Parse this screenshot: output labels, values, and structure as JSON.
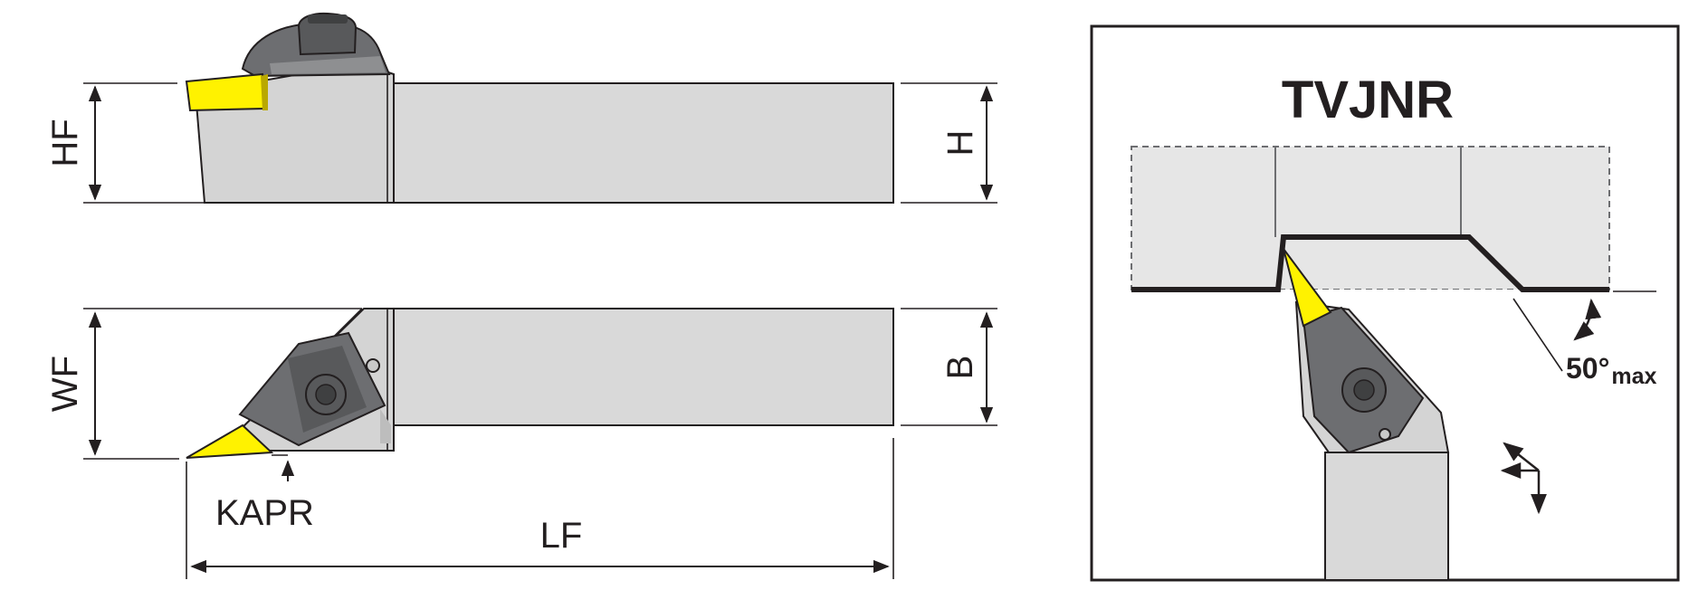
{
  "dimensions": {
    "hf": "HF",
    "h": "H",
    "wf": "WF",
    "b": "B",
    "kapr": "KAPR",
    "lf": "LF"
  },
  "detail": {
    "title": "TVJNR",
    "angle_value": "50°",
    "angle_suffix": "max"
  },
  "colors": {
    "insert": "#fff200",
    "body": "#d9d9d9",
    "clamp": "#6d6e71",
    "line": "#231f20"
  },
  "icons": [
    "feed-direction-arrows-icon",
    "angle-arc-icon"
  ]
}
